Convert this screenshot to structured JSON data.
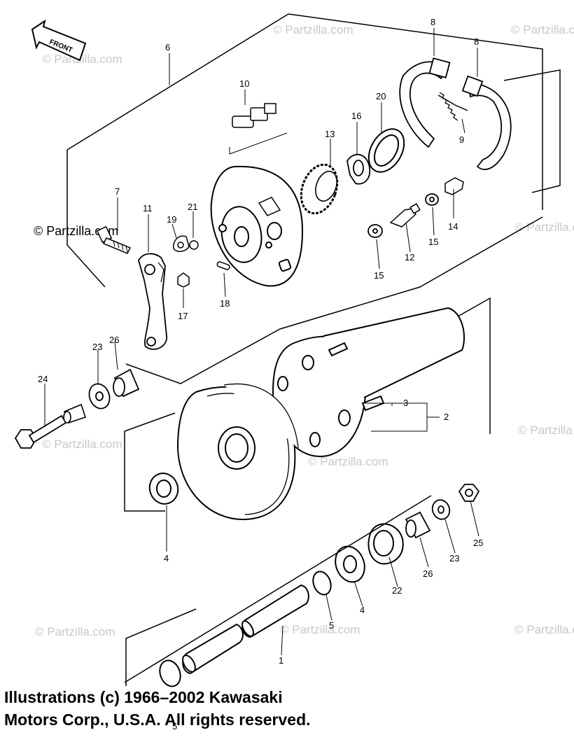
{
  "front_label": "FRONT",
  "watermark": "© Partzilla.com",
  "callouts": [
    {
      "id": "c6",
      "text": "6"
    },
    {
      "id": "c10",
      "text": "10"
    },
    {
      "id": "c8a",
      "text": "8"
    },
    {
      "id": "c8b",
      "text": "8"
    },
    {
      "id": "c20",
      "text": "20"
    },
    {
      "id": "c16",
      "text": "16"
    },
    {
      "id": "c13",
      "text": "13"
    },
    {
      "id": "c9",
      "text": "9"
    },
    {
      "id": "c7",
      "text": "7"
    },
    {
      "id": "c11",
      "text": "11"
    },
    {
      "id": "c19",
      "text": "19"
    },
    {
      "id": "c21",
      "text": "21"
    },
    {
      "id": "c14",
      "text": "14"
    },
    {
      "id": "c12",
      "text": "12"
    },
    {
      "id": "c15a",
      "text": "15"
    },
    {
      "id": "c15b",
      "text": "15"
    },
    {
      "id": "c17",
      "text": "17"
    },
    {
      "id": "c18",
      "text": "18"
    },
    {
      "id": "c23a",
      "text": "23"
    },
    {
      "id": "c26a",
      "text": "26"
    },
    {
      "id": "c24",
      "text": "24"
    },
    {
      "id": "c3",
      "text": "3"
    },
    {
      "id": "c2",
      "text": "2"
    },
    {
      "id": "c4a",
      "text": "4"
    },
    {
      "id": "c25",
      "text": "25"
    },
    {
      "id": "c23b",
      "text": "23"
    },
    {
      "id": "c26b",
      "text": "26"
    },
    {
      "id": "c22",
      "text": "22"
    },
    {
      "id": "c4b",
      "text": "4"
    },
    {
      "id": "c5a",
      "text": "5"
    },
    {
      "id": "c1",
      "text": "1"
    },
    {
      "id": "c5b",
      "text": "5"
    }
  ],
  "copyright": {
    "line1": "Illustrations (c) 1966–2002 Kawasaki",
    "line2": "Motors Corp., U.S.A.  All rights reserved."
  }
}
